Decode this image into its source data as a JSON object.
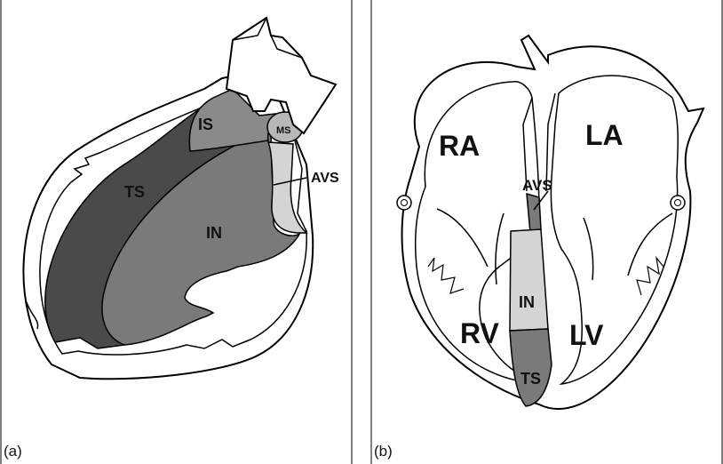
{
  "panel_a": {
    "caption": "(a)",
    "labels": {
      "is": "IS",
      "ms": "MS",
      "ts": "TS",
      "in": "IN",
      "avs": "AVS"
    },
    "colors": {
      "ts": "#4a4a4a",
      "is": "#8a8a8a",
      "in": "#7a7a7a",
      "ms": "#b8b8b8",
      "avs": "#d4d4d4"
    }
  },
  "panel_b": {
    "caption": "(b)",
    "labels": {
      "ra": "RA",
      "la": "LA",
      "rv": "RV",
      "lv": "LV",
      "avs": "AVS",
      "in": "IN",
      "ts": "TS"
    },
    "colors": {
      "avs": "#7a7a7a",
      "in": "#d4d4d4",
      "ts": "#7a7a7a"
    }
  }
}
